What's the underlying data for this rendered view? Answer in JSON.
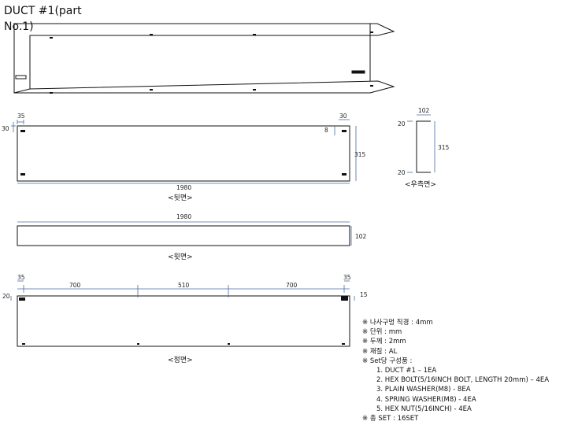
{
  "title": "DUCT #1(part No.1)",
  "rear_view": {
    "label": "<뒷면>",
    "dim_width": "1980",
    "dim_height": "315",
    "dim_left_offset": "35",
    "dim_right_offset": "30",
    "dim_top_offset": "30",
    "dim_small": "8"
  },
  "right_view": {
    "label": "<우측면>",
    "dim_width": "102",
    "dim_height": "315",
    "dim_top": "20",
    "dim_bottom": "20"
  },
  "top_view": {
    "label": "<윗면>",
    "dim_width": "1980",
    "dim_height": "102"
  },
  "front_view": {
    "label": "<정면>",
    "dim_left": "35",
    "dim_right": "35",
    "dim_seg1": "700",
    "dim_seg2": "510",
    "dim_seg3": "700",
    "dim_left_v": "20",
    "dim_right_v": "15"
  },
  "notes": {
    "hole": "※ 나사구멍 직경 : 4mm",
    "unit": "※ 단위 : mm",
    "thickness": "※ 두께 : 2mm",
    "material": "※ 재질 : AL",
    "set_header": "※ Set당 구성품 :",
    "items": [
      "1. DUCT #1 – 1EA",
      "2. HEX BOLT(5/16INCH BOLT, LENGTH 20mm) – 4EA",
      "3. PLAIN WASHER(M8) - 8EA",
      "4. SPRING WASHER(M8) - 4EA",
      "5. HEX NUT(5/16INCH) - 4EA"
    ],
    "total": "※ 총 SET : 16SET"
  }
}
